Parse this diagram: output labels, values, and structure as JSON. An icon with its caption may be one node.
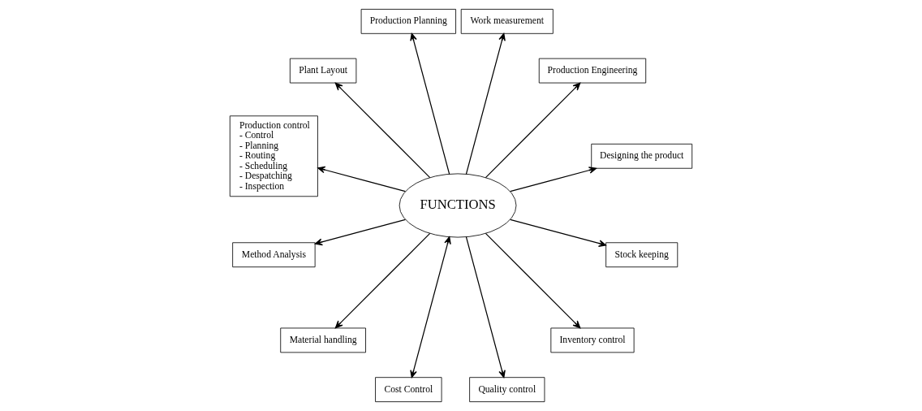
{
  "diagram": {
    "nodes": [
      {
        "text": [
          "FUNCTIONS"
        ]
      },
      {
        "text": [
          "Designing the product"
        ]
      },
      {
        "text": [
          "Production Engineering"
        ]
      },
      {
        "text": [
          "Work measurement"
        ]
      },
      {
        "text": [
          "Production Planning"
        ]
      },
      {
        "text": [
          "Plant Layout"
        ]
      },
      {
        "text": [
          "Production control",
          "- Control",
          "- Planning",
          "- Routing",
          "- Scheduling",
          "- Despatching",
          "- Inspection"
        ]
      },
      {
        "text": [
          "Method Analysis"
        ]
      },
      {
        "text": [
          "Material handling"
        ]
      },
      {
        "text": [
          "Cost Control"
        ]
      },
      {
        "text": [
          "Quality control"
        ]
      },
      {
        "text": [
          "Inventory control"
        ]
      },
      {
        "text": [
          "Stock keeping"
        ]
      }
    ],
    "edges": [
      {
        "from": 0,
        "to": 1,
        "arrow": "to"
      },
      {
        "from": 0,
        "to": 2,
        "arrow": "to"
      },
      {
        "from": 0,
        "to": 3,
        "arrow": "to"
      },
      {
        "from": 0,
        "to": 4,
        "arrow": "to"
      },
      {
        "from": 0,
        "to": 5,
        "arrow": "to"
      },
      {
        "from": 0,
        "to": 6,
        "arrow": "to"
      },
      {
        "from": 0,
        "to": 7,
        "arrow": "to"
      },
      {
        "from": 0,
        "to": 8,
        "arrow": "to"
      },
      {
        "from": 0,
        "to": 9,
        "arrow": "both"
      },
      {
        "from": 0,
        "to": 10,
        "arrow": "to"
      },
      {
        "from": 0,
        "to": 11,
        "arrow": "to"
      },
      {
        "from": 0,
        "to": 12,
        "arrow": "to"
      }
    ]
  }
}
